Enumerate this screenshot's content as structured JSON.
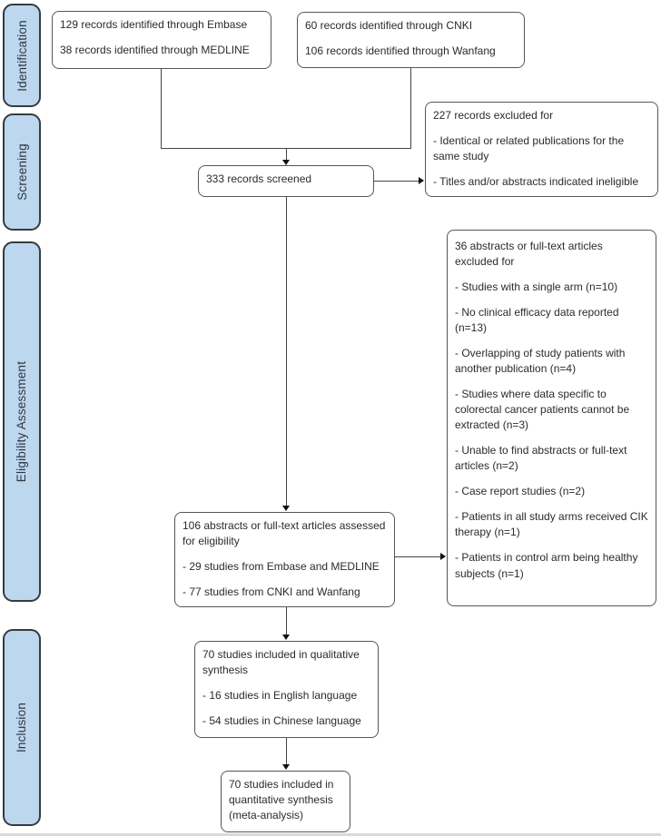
{
  "colors": {
    "stage_fill": "#bdd7ee",
    "stage_border": "#343b42",
    "box_border": "#565656",
    "text": "#2b2b2b",
    "line": "#454545"
  },
  "stages": [
    {
      "label": "Identification"
    },
    {
      "label": "Screening"
    },
    {
      "label": "Eligibility Assessment"
    },
    {
      "label": "Inclusion"
    }
  ],
  "boxes": {
    "sources_en": {
      "lines": [
        "129 records identified through Embase",
        "38 records identified through MEDLINE"
      ]
    },
    "sources_cn": {
      "lines": [
        "60 records identified through CNKI",
        "106 records identified through Wanfang"
      ]
    },
    "screened": {
      "lines": [
        "333 records screened"
      ]
    },
    "records_excluded": {
      "lines": [
        "227 records excluded for",
        "- Identical or related publications for the same study",
        "- Titles and/or abstracts indicated ineligible"
      ]
    },
    "fulltext_excluded": {
      "lines": [
        "36 abstracts or full-text articles excluded for",
        "- Studies with a single arm (n=10)",
        "- No clinical efficacy data reported (n=13)",
        "- Overlapping of study patients with another publication (n=4)",
        "- Studies where data specific to colorectal cancer patients cannot be extracted (n=3)",
        "- Unable to find abstracts or full-text articles (n=2)",
        "- Case report studies (n=2)",
        "- Patients in all study arms received CIK therapy (n=1)",
        "- Patients in control arm being healthy subjects (n=1)"
      ]
    },
    "assessed": {
      "lines": [
        "106 abstracts or full-text articles assessed for eligibility",
        "- 29 studies from Embase and MEDLINE",
        "- 77 studies from CNKI and Wanfang"
      ]
    },
    "qualitative": {
      "lines": [
        "70 studies included in qualitative synthesis",
        "- 16 studies in English language",
        "- 54 studies in Chinese language"
      ]
    },
    "quantitative": {
      "lines": [
        "70 studies included in quantitative synthesis (meta-analysis)"
      ]
    }
  }
}
